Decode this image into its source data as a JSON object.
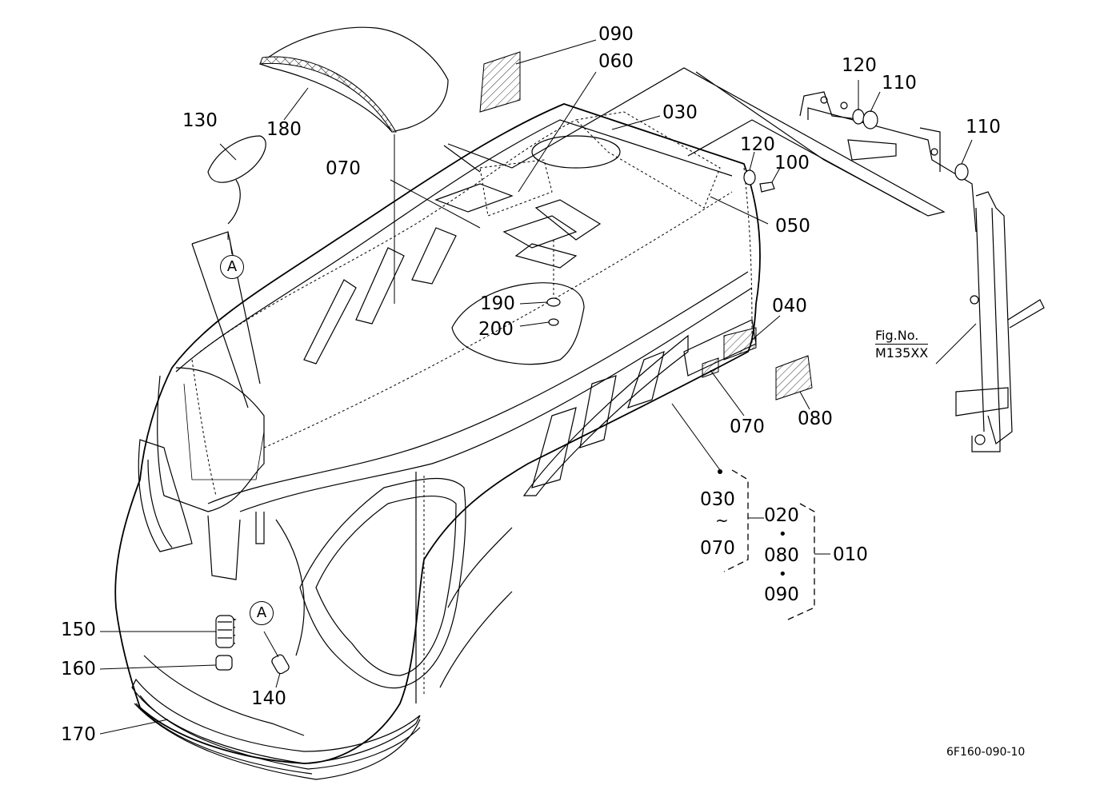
{
  "drawing_number": "6F160-090-10",
  "callouts": {
    "p090": "090",
    "p060": "060",
    "p030": "030",
    "p120a": "120",
    "p110a": "110",
    "p110b": "110",
    "p130": "130",
    "p180": "180",
    "p070a": "070",
    "p120b": "120",
    "p100": "100",
    "p050": "050",
    "p190": "190",
    "p200": "200",
    "p040": "040",
    "p070b": "070",
    "p080": "080",
    "p150": "150",
    "p160": "160",
    "p140": "140",
    "p170": "170"
  },
  "detail_marker": "A",
  "fig_reference": {
    "line1": "Fig.No.",
    "line2": "M135XX"
  },
  "assembly_tree": {
    "sub_range_start": "030",
    "sub_range_sep": "~",
    "sub_range_end": "070",
    "group_items": [
      "020",
      "080",
      "090"
    ],
    "group_sep": "•",
    "assembly": "010"
  }
}
